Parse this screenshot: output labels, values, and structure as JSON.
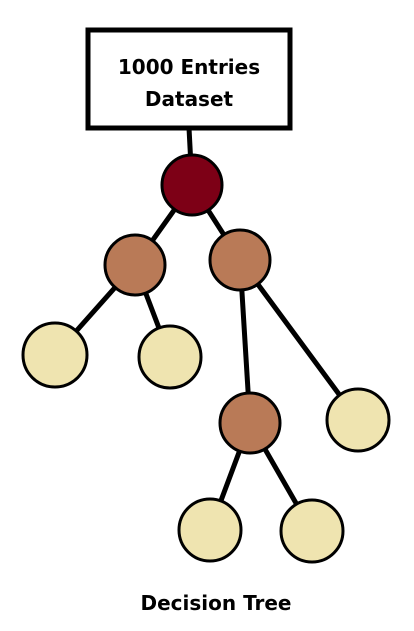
{
  "dataset_box": {
    "line1": "1000 Entries",
    "line2": "Dataset"
  },
  "caption": "Decision Tree",
  "colors": {
    "root": "#7d0016",
    "internal": "#b97a57",
    "leaf": "#efe4b0",
    "edge": "#000000"
  },
  "nodes": [
    {
      "id": "root",
      "kind": "root"
    },
    {
      "id": "internal-left",
      "kind": "internal"
    },
    {
      "id": "internal-right",
      "kind": "internal"
    },
    {
      "id": "leaf-1",
      "kind": "leaf"
    },
    {
      "id": "leaf-2",
      "kind": "leaf"
    },
    {
      "id": "internal-lower",
      "kind": "internal"
    },
    {
      "id": "leaf-3",
      "kind": "leaf"
    },
    {
      "id": "leaf-4",
      "kind": "leaf"
    },
    {
      "id": "leaf-5",
      "kind": "leaf"
    }
  ],
  "edges": [
    {
      "from": "dataset",
      "to": "root"
    },
    {
      "from": "root",
      "to": "internal-left"
    },
    {
      "from": "root",
      "to": "internal-right"
    },
    {
      "from": "internal-left",
      "to": "leaf-1"
    },
    {
      "from": "internal-left",
      "to": "leaf-2"
    },
    {
      "from": "internal-right",
      "to": "internal-lower"
    },
    {
      "from": "internal-right",
      "to": "leaf-3"
    },
    {
      "from": "internal-lower",
      "to": "leaf-4"
    },
    {
      "from": "internal-lower",
      "to": "leaf-5"
    }
  ]
}
